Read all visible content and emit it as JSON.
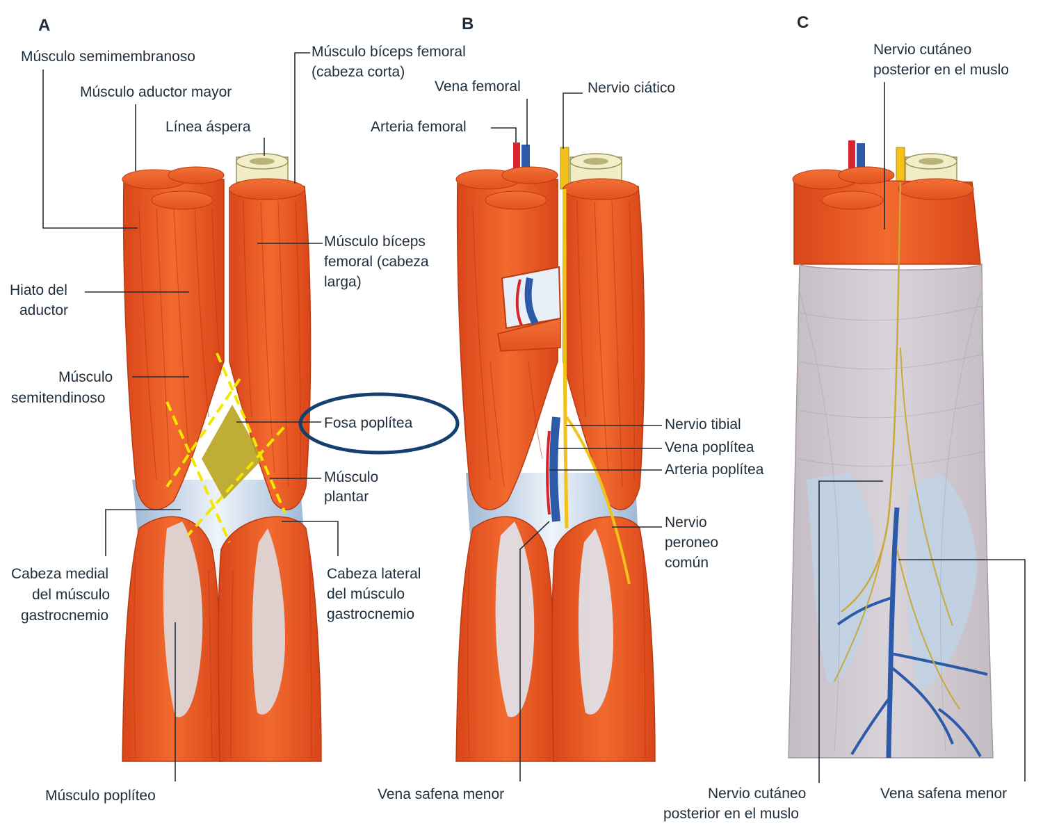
{
  "panels": {
    "a": "A",
    "b": "B",
    "c": "C"
  },
  "labels": {
    "a": {
      "semimembranoso": "Músculo semimembranoso",
      "aductor_mayor": "Músculo aductor mayor",
      "linea_aspera": "Línea áspera",
      "biceps_corta_1": "Músculo bíceps femoral",
      "biceps_corta_2": "(cabeza corta)",
      "hiato_1": "Hiato del",
      "hiato_2": "aductor",
      "biceps_larga_1": "Músculo bíceps",
      "biceps_larga_2": "femoral (cabeza",
      "biceps_larga_3": "larga)",
      "semitendinoso_1": "Músculo",
      "semitendinoso_2": "semitendinoso",
      "fosa_poplitea": "Fosa poplítea",
      "plantar_1": "Músculo",
      "plantar_2": "plantar",
      "cabeza_medial_1": "Cabeza medial",
      "cabeza_medial_2": "del músculo",
      "cabeza_medial_3": "gastrocnemio",
      "cabeza_lateral_1": "Cabeza lateral",
      "cabeza_lateral_2": "del músculo",
      "cabeza_lateral_3": "gastrocnemio",
      "popliteo": "Músculo poplíteo"
    },
    "b": {
      "vena_femoral": "Vena femoral",
      "nervio_ciatico": "Nervio ciático",
      "arteria_femoral": "Arteria femoral",
      "nervio_tibial": "Nervio tibial",
      "vena_poplitea": "Vena poplítea",
      "arteria_poplitea": "Arteria poplítea",
      "peroneo_1": "Nervio",
      "peroneo_2": "peroneo",
      "peroneo_3": "común",
      "safena_menor": "Vena safena menor"
    },
    "c": {
      "cutaneo_top_1": "Nervio cutáneo",
      "cutaneo_top_2": "posterior en el muslo",
      "cutaneo_bottom_1": "Nervio cutáneo",
      "cutaneo_bottom_2": "posterior en el muslo",
      "safena_menor": "Vena safena menor"
    }
  },
  "colors": {
    "muscle": "#e8531e",
    "muscle_light": "#f47a3c",
    "tendon": "#cfe0ef",
    "fascia": "#c9cedb",
    "vein": "#2d5aa8",
    "artery": "#d8242b",
    "nerve": "#f2c21a",
    "bone": "#f2ecc4",
    "highlight": "#f3e600",
    "fossa_fill": "#b8a420",
    "ellipse": "#13406e",
    "text": "#1f2d3a"
  }
}
